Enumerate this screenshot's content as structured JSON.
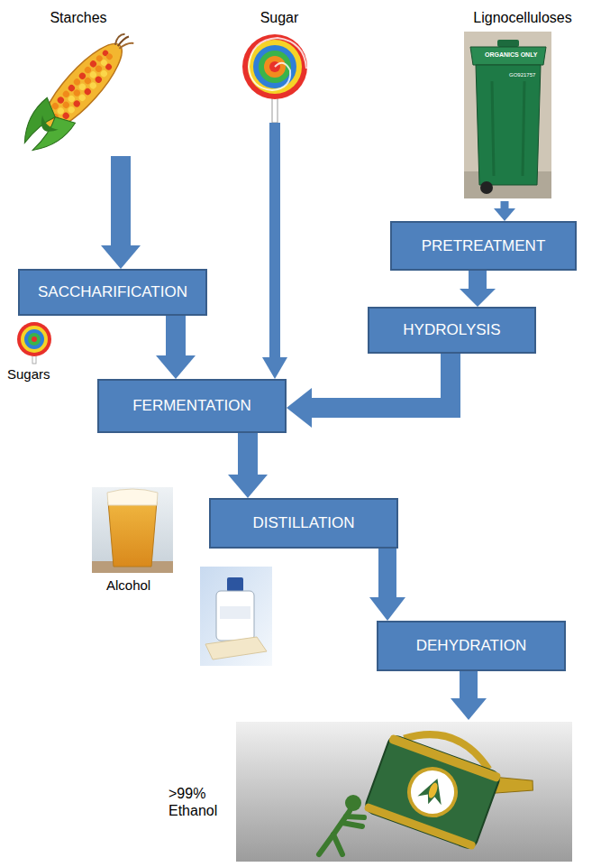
{
  "diagram": {
    "nodes": [
      {
        "text": [
          "Starches"
        ]
      },
      {
        "text": [
          "Sugar"
        ]
      },
      {
        "text": [
          "Lignocelluloses"
        ]
      },
      {
        "text": [
          "PRETREATMENT"
        ]
      },
      {
        "text": [
          "SACCHARIFICATION"
        ]
      },
      {
        "text": [
          "HYDROLYSIS"
        ]
      },
      {
        "text": [
          "FERMENTATION"
        ]
      },
      {
        "text": [
          "DISTILLATION"
        ]
      },
      {
        "text": [
          "DEHYDRATION"
        ]
      },
      {
        "text": [
          ">99% Ethanol"
        ]
      }
    ],
    "edges": [
      {
        "from": 0,
        "to": 4,
        "arrow": "to"
      },
      {
        "from": 1,
        "to": 6,
        "arrow": "to"
      },
      {
        "from": 2,
        "to": 3,
        "arrow": "to"
      },
      {
        "from": 3,
        "to": 5,
        "arrow": "to"
      },
      {
        "from": 4,
        "to": 6,
        "arrow": "to"
      },
      {
        "from": 5,
        "to": 6,
        "arrow": "to"
      },
      {
        "from": 6,
        "to": 7,
        "arrow": "to"
      },
      {
        "from": 7,
        "to": 8,
        "arrow": "to"
      },
      {
        "from": 8,
        "to": 9,
        "arrow": "to"
      }
    ],
    "labels": [
      "Sugars",
      "Alcohol",
      "ORGANICS ONLY",
      "GO921757"
    ]
  }
}
